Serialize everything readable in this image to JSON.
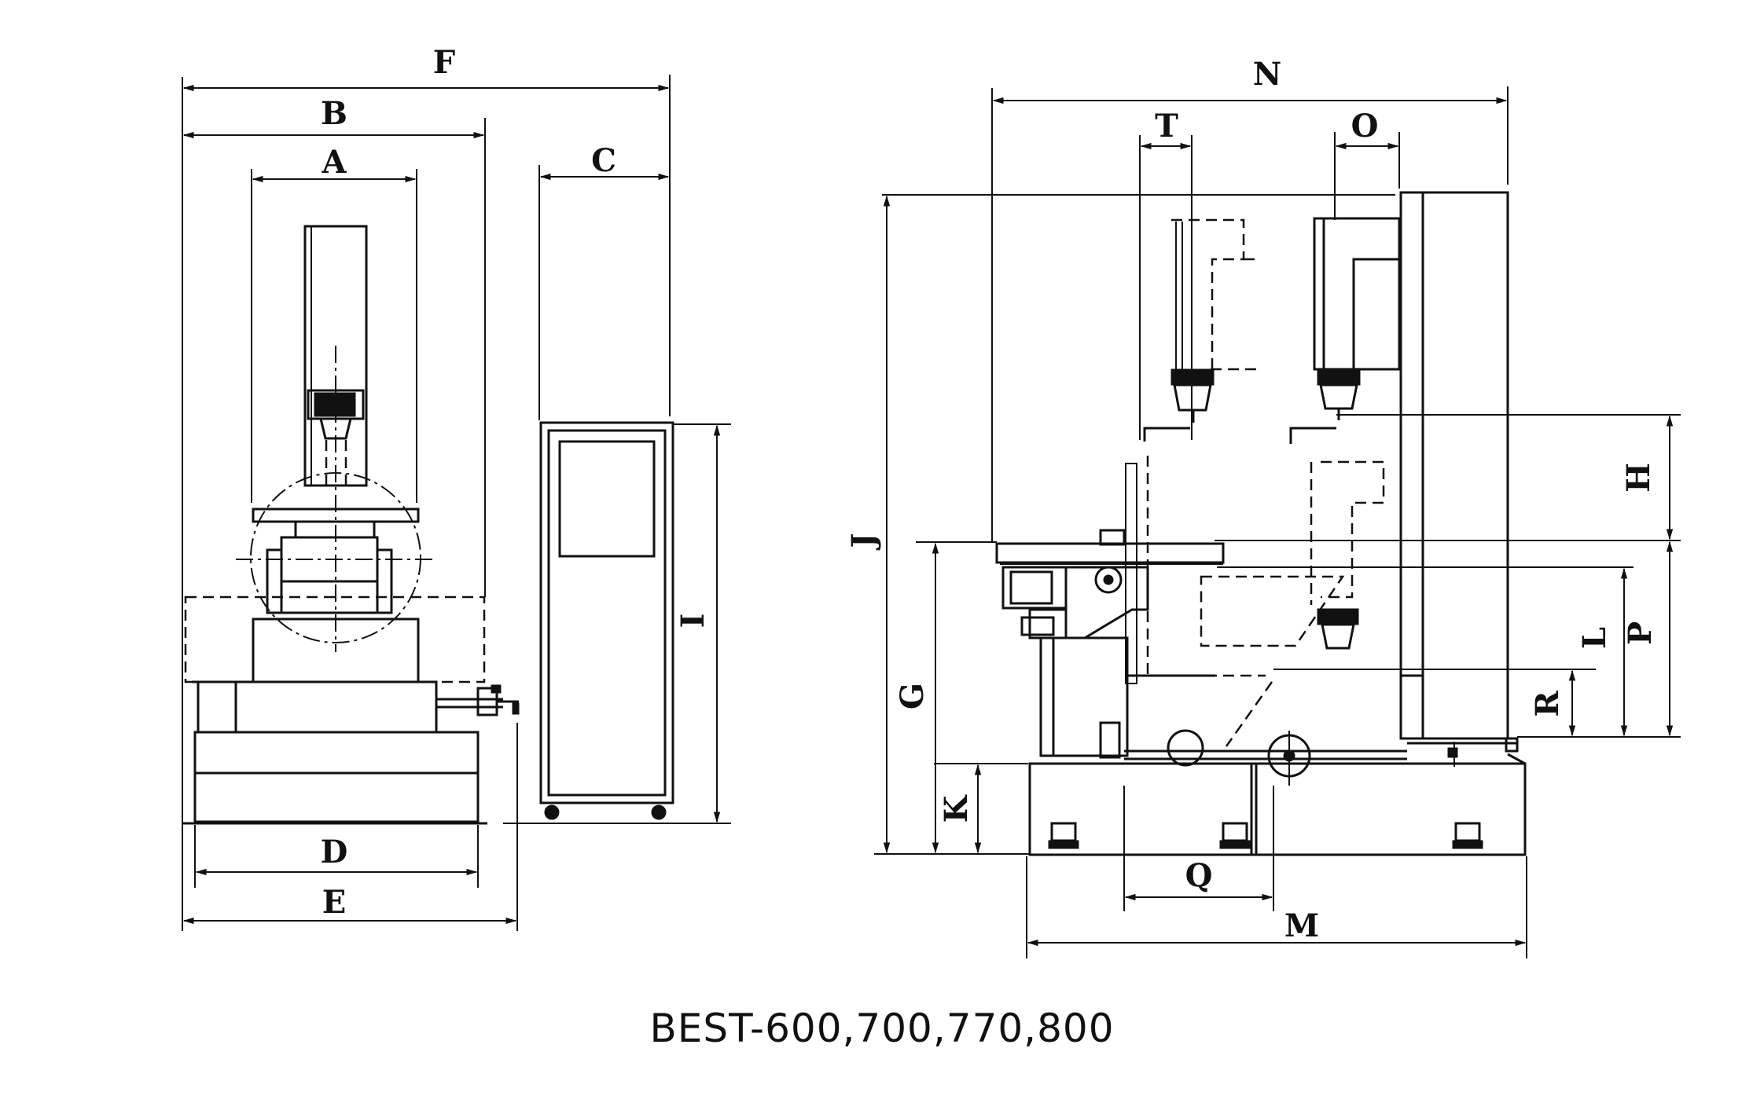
{
  "caption": "BEST-600,700,770,800",
  "front_view": {
    "labels": {
      "F": "F",
      "B": "B",
      "A": "A",
      "C": "C",
      "I": "I",
      "D": "D",
      "E": "E"
    }
  },
  "side_view": {
    "labels": {
      "N": "N",
      "T": "T",
      "O": "O",
      "J": "J",
      "H": "H",
      "G": "G",
      "L": "L",
      "P": "P",
      "R": "R",
      "K": "K",
      "Q": "Q",
      "M": "M"
    }
  }
}
